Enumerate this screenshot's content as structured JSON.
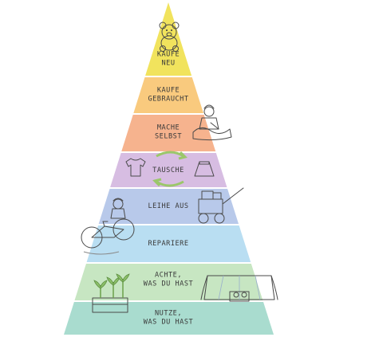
{
  "tiers": [
    {
      "lines": [
        "KAUFE",
        "NEU"
      ],
      "color": "#f1e35d"
    },
    {
      "lines": [
        "KAUFE",
        "GEBRAUCHT"
      ],
      "color": "#f9ca7e"
    },
    {
      "lines": [
        "MACHE",
        "SELBST"
      ],
      "color": "#f6b38e"
    },
    {
      "lines": [
        "TAUSCHE"
      ],
      "color": "#d7bde2"
    },
    {
      "lines": [
        "LEIHE AUS"
      ],
      "color": "#b8c9ea"
    },
    {
      "lines": [
        "REPARIERE"
      ],
      "color": "#b9def2"
    },
    {
      "lines": [
        "ACHTE,",
        "WAS DU HAST"
      ],
      "color": "#c7e6c2"
    },
    {
      "lines": [
        "NUTZE,",
        "WAS DU HAST"
      ],
      "color": "#a9dccf"
    }
  ],
  "illustrations": [
    "teddy-bear-icon",
    "sewing-child-icon",
    "tshirt-icon",
    "skirt-icon",
    "swap-arrows-icon",
    "child-with-cart-icon",
    "bicycle-repair-icon",
    "seedling-tray-icon",
    "blanket-fort-icon"
  ]
}
